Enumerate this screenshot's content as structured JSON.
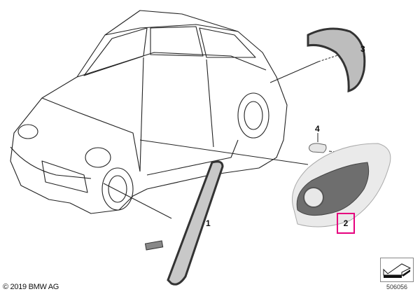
{
  "diagram": {
    "callouts": [
      {
        "number": "1",
        "part": "side-marker-reflector"
      },
      {
        "number": "2",
        "part": "side-indicator-housing",
        "highlighted": true
      },
      {
        "number": "3",
        "part": "rear-side-reflector"
      },
      {
        "number": "4",
        "part": "bulb"
      }
    ],
    "highlight_color": "#e6007e"
  },
  "footer": {
    "copyright": "© 2019 BMW AG",
    "diagram_number": "506056"
  },
  "icons": {
    "nav": "arrow-navigation-icon"
  }
}
